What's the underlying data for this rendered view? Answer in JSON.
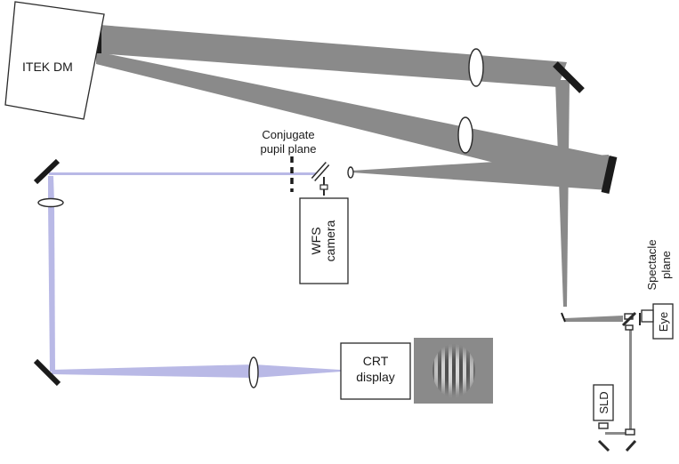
{
  "labels": {
    "itek_dm": "ITEK DM",
    "conjugate_pupil_line1": "Conjugate",
    "conjugate_pupil_line2": "pupil plane",
    "wfs_line1": "WFS",
    "wfs_line2": "camera",
    "crt_line1": "CRT",
    "crt_line2": "display",
    "eye": "Eye",
    "sld": "SLD",
    "spectacle_line1": "Spectacle",
    "spectacle_line2": "plane"
  },
  "colors": {
    "beam_gray": "#8a8a8a",
    "beam_blue": "#b9b9e6",
    "component_dark": "#1b1b1b",
    "stroke": "#2a2a2a"
  }
}
